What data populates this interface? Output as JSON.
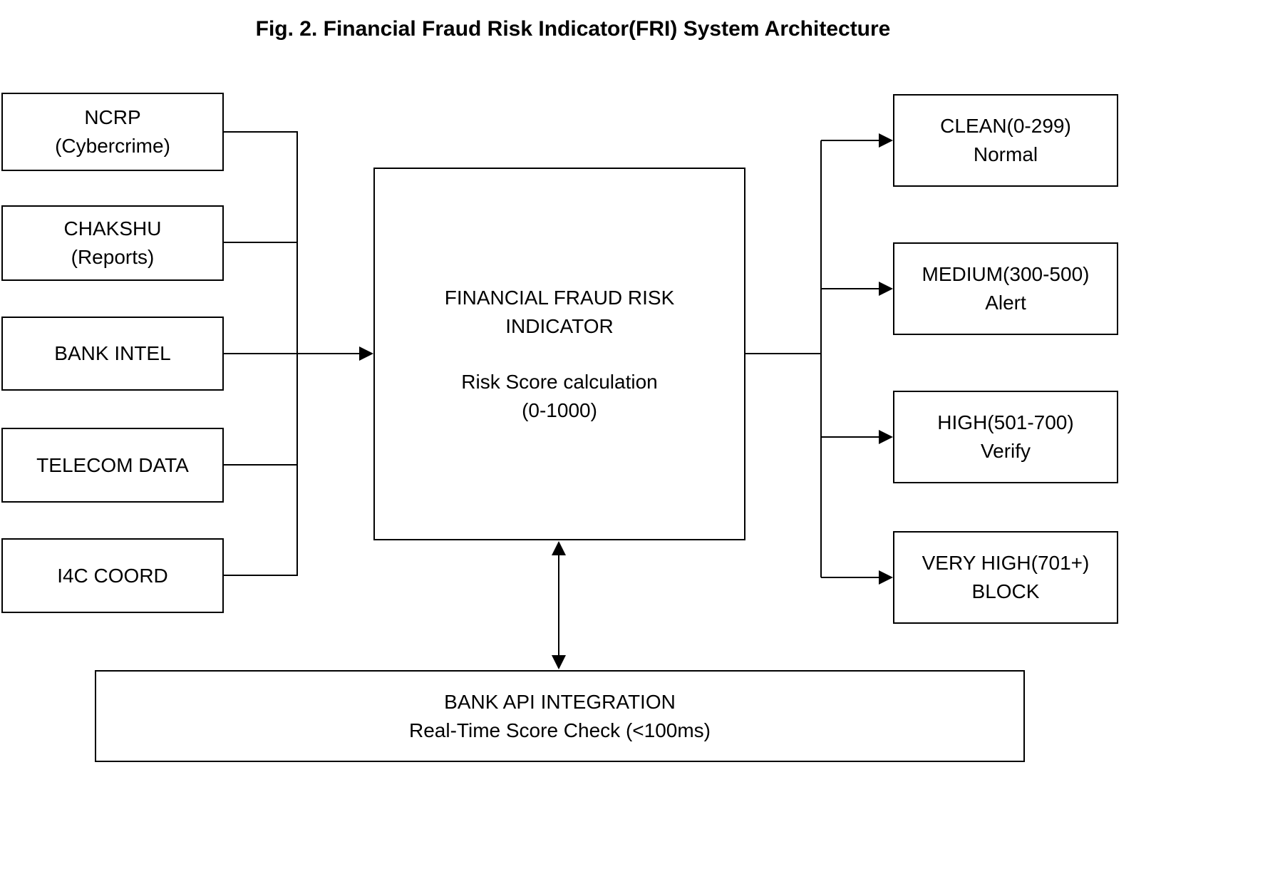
{
  "title": "Fig. 2. Financial Fraud Risk Indicator(FRI) System Architecture",
  "sources": [
    {
      "id": "ncrp",
      "lines": [
        "NCRP",
        "(Cybercrime)"
      ]
    },
    {
      "id": "chakshu",
      "lines": [
        "CHAKSHU",
        "(Reports)"
      ]
    },
    {
      "id": "bank-intel",
      "lines": [
        "BANK INTEL"
      ]
    },
    {
      "id": "telecom-data",
      "lines": [
        "TELECOM DATA"
      ]
    },
    {
      "id": "i4c-coord",
      "lines": [
        "I4C COORD"
      ]
    }
  ],
  "core": {
    "title_lines": [
      "FINANCIAL FRAUD RISK",
      "INDICATOR"
    ],
    "sub_lines": [
      "Risk Score calculation",
      "(0-1000)"
    ]
  },
  "outputs": [
    {
      "id": "clean",
      "lines": [
        "CLEAN(0-299)",
        "Normal"
      ]
    },
    {
      "id": "medium",
      "lines": [
        "MEDIUM(300-500)",
        "Alert"
      ]
    },
    {
      "id": "high",
      "lines": [
        "HIGH(501-700)",
        "Verify"
      ]
    },
    {
      "id": "very-high",
      "lines": [
        "VERY HIGH(701+)",
        "BLOCK"
      ]
    }
  ],
  "integration": {
    "lines": [
      "BANK API INTEGRATION",
      "Real-Time Score Check (<100ms)"
    ]
  },
  "colors": {
    "line": "#000000",
    "background": "#ffffff",
    "text": "#000000"
  }
}
